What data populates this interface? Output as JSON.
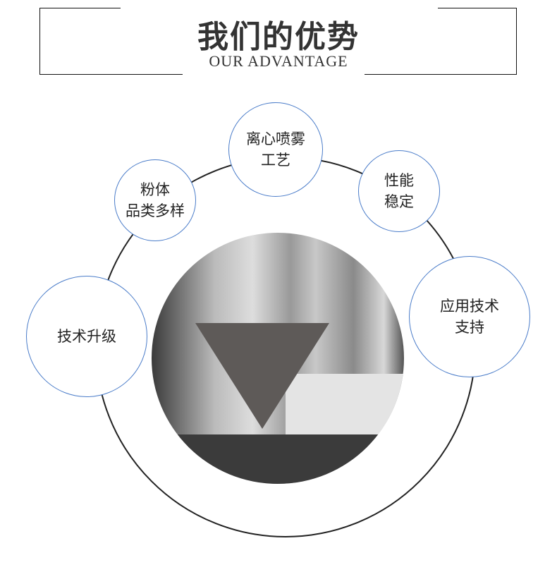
{
  "header": {
    "title": "我们的优势",
    "subtitle": "OUR ADVANTAGE"
  },
  "features": [
    {
      "lines": [
        "离心喷雾",
        "工艺"
      ]
    },
    {
      "lines": [
        "性能",
        "稳定"
      ]
    },
    {
      "lines": [
        "粉体",
        "品类多样"
      ]
    },
    {
      "lines": [
        "技术升级"
      ]
    },
    {
      "lines": [
        "应用技术",
        "支持"
      ]
    }
  ],
  "colors": {
    "circle_border": "#4a7cc9",
    "ring": "#222222",
    "title": "#333333"
  }
}
